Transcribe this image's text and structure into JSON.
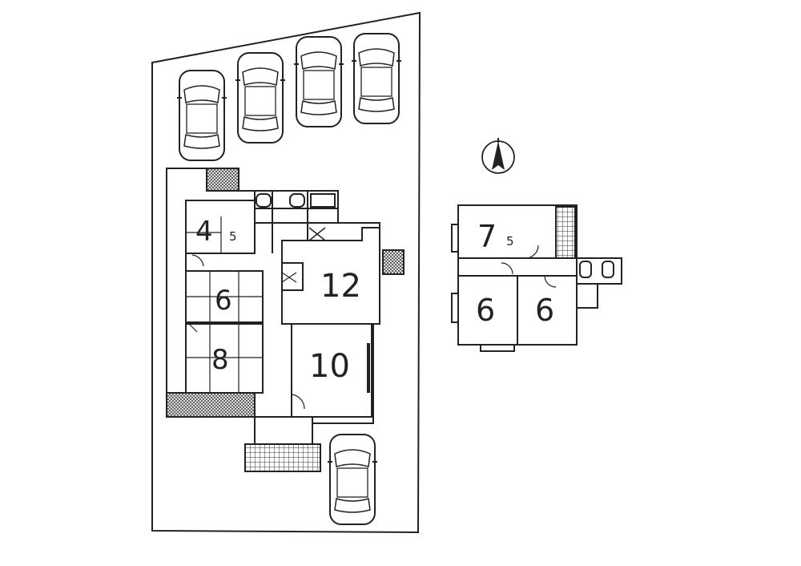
{
  "colors": {
    "line": "#222222",
    "paper": "#ffffff",
    "hatch": "#444444"
  },
  "ground_floor": {
    "rooms": [
      {
        "id": "room-4-5",
        "number": "4",
        "decimal": "5"
      },
      {
        "id": "room-6",
        "number": "6",
        "decimal": ""
      },
      {
        "id": "room-8",
        "number": "8",
        "decimal": ""
      },
      {
        "id": "room-12",
        "number": "12",
        "decimal": ""
      },
      {
        "id": "room-10",
        "number": "10",
        "decimal": ""
      }
    ]
  },
  "upper_floor": {
    "rooms": [
      {
        "id": "room-7-5",
        "number": "7",
        "decimal": "5"
      },
      {
        "id": "room-6-left",
        "number": "6",
        "decimal": ""
      },
      {
        "id": "room-6-right",
        "number": "6",
        "decimal": ""
      }
    ]
  },
  "parking": {
    "car_count": 5
  },
  "compass": {
    "icon": "north-arrow-icon"
  }
}
